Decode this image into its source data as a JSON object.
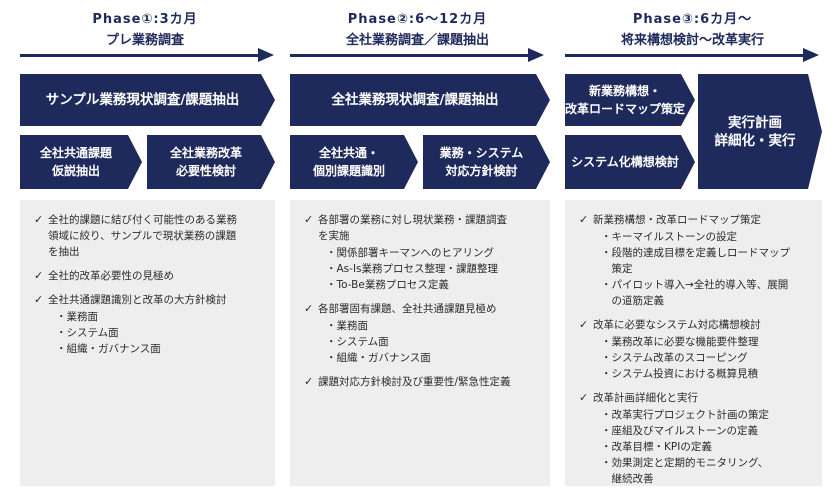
{
  "phases": [
    {
      "title": "Phase①:3カ月",
      "subtitle": "プレ業務調査",
      "main_box": "サンプル業務現状調査/課題抽出",
      "sub_boxes": [
        "全社共通課題\n仮説抽出",
        "全社業務改革\n必要性検討"
      ],
      "items": [
        {
          "text": "全社的課題に結び付く可能性のある業務\n領域に絞り、サンプルで現状業務の課題\nを抽出",
          "subs": []
        },
        {
          "text": "全社的改革必要性の見極め",
          "subs": []
        },
        {
          "text": "全社共通課題識別と改革の大方針検討",
          "subs": [
            "・業務面",
            "・システム面",
            "・組織・ガバナンス面"
          ]
        }
      ]
    },
    {
      "title": "Phase②:6～12カ月",
      "subtitle": "全社業務調査／課題抽出",
      "main_box": "全社業務現状調査/課題抽出",
      "sub_boxes": [
        "全社共通・\n個別課題識別",
        "業務・システム\n対応方針検討"
      ],
      "items": [
        {
          "text": "各部署の業務に対し現状業務・課題調査\nを実施",
          "subs": [
            "・関係部署キーマンへのヒアリング",
            "・As-Is業務プロセス整理・課題整理",
            "・To-Be業務プロセス定義"
          ]
        },
        {
          "text": "各部署固有課題、全社共通課題見極め",
          "subs": [
            "・業務面",
            "・システム面",
            "・組織・ガバナンス面"
          ]
        },
        {
          "text": "課題対応方針検討及び重要性/緊急性定義",
          "subs": []
        }
      ]
    },
    {
      "title": "Phase③:6カ月～",
      "subtitle": "将来構想検討～改革実行",
      "left_boxes": [
        "新業務構想・\n改革ロードマップ策定",
        "システム化構想検討"
      ],
      "right_box": "実行計画\n詳細化・実行",
      "items": [
        {
          "text": "新業務構想・改革ロードマップ策定",
          "subs": [
            "・キーマイルストーンの設定",
            "・段階的達成目標を定義しロードマップ\n　策定",
            "・パイロット導入→全社的導入等、展開\n　の道筋定義"
          ]
        },
        {
          "text": "改革に必要なシステム対応構想検討",
          "subs": [
            "・業務改革に必要な機能要件整理",
            "・システム改革のスコーピング",
            "・システム投資における概算見積"
          ]
        },
        {
          "text": "改革計画詳細化と実行",
          "subs": [
            "・改革実行プロジェクト計画の策定",
            "・座組及びマイルストーンの定義",
            "・改革目標・KPIの定義",
            "・効果測定と定期的モニタリング、\n　継続改善"
          ]
        }
      ]
    }
  ],
  "check_glyph": "✓",
  "colors": {
    "navy": "#1f2a5c",
    "panel": "#eeeeee",
    "text": "#2b2b2b"
  }
}
